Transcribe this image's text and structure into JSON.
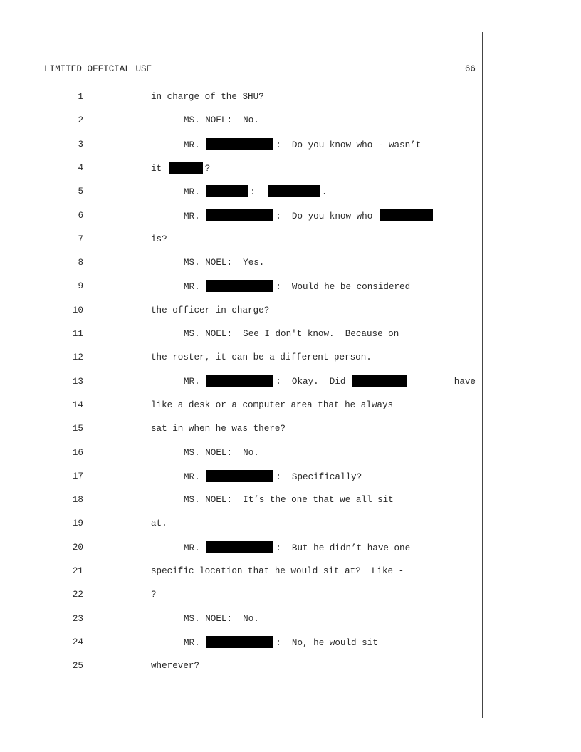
{
  "header": {
    "classification": "LIMITED OFFICIAL USE",
    "page_number": "66"
  },
  "lines": [
    {
      "num": "1",
      "indent": false,
      "segments": [
        {
          "text": "in charge of the SHU?"
        }
      ]
    },
    {
      "num": "2",
      "indent": true,
      "segments": [
        {
          "text": "MS. NOEL:  No."
        }
      ]
    },
    {
      "num": "3",
      "indent": true,
      "segments": [
        {
          "text": "MR. "
        },
        {
          "redacted": true
        },
        {
          "text": ":  Do you know who - wasn’t"
        }
      ]
    },
    {
      "num": "4",
      "indent": false,
      "segments": [
        {
          "text": "it "
        },
        {
          "redacted": true
        },
        {
          "text": "?"
        }
      ]
    },
    {
      "num": "5",
      "indent": true,
      "segments": [
        {
          "text": "MR. "
        },
        {
          "redacted": true
        },
        {
          "text": ":  "
        },
        {
          "redacted": true
        },
        {
          "text": "."
        }
      ]
    },
    {
      "num": "6",
      "indent": true,
      "segments": [
        {
          "text": "MR. "
        },
        {
          "redacted": true
        },
        {
          "text": ":  Do you know who "
        },
        {
          "redacted": true
        }
      ]
    },
    {
      "num": "7",
      "indent": false,
      "segments": [
        {
          "text": "is?"
        }
      ]
    },
    {
      "num": "8",
      "indent": true,
      "segments": [
        {
          "text": "MS. NOEL:  Yes."
        }
      ]
    },
    {
      "num": "9",
      "indent": true,
      "segments": [
        {
          "text": "MR. "
        },
        {
          "redacted": true
        },
        {
          "text": ":  Would he be considered"
        }
      ]
    },
    {
      "num": "10",
      "indent": false,
      "segments": [
        {
          "text": "the officer in charge?"
        }
      ]
    },
    {
      "num": "11",
      "indent": true,
      "segments": [
        {
          "text": "MS. NOEL:  See I don't know.  Because on"
        }
      ]
    },
    {
      "num": "12",
      "indent": false,
      "segments": [
        {
          "text": "the roster, it can be a different person."
        }
      ]
    },
    {
      "num": "13",
      "indent": true,
      "segments": [
        {
          "text": "MR. "
        },
        {
          "redacted": true
        },
        {
          "text": ":  Okay.  Did "
        },
        {
          "redacted": true
        },
        {
          "text": " have"
        }
      ]
    },
    {
      "num": "14",
      "indent": false,
      "segments": [
        {
          "text": "like a desk or a computer area that he always"
        }
      ]
    },
    {
      "num": "15",
      "indent": false,
      "segments": [
        {
          "text": "sat in when he was there?"
        }
      ]
    },
    {
      "num": "16",
      "indent": true,
      "segments": [
        {
          "text": "MS. NOEL:  No."
        }
      ]
    },
    {
      "num": "17",
      "indent": true,
      "segments": [
        {
          "text": "MR. "
        },
        {
          "redacted": true
        },
        {
          "text": ":  Specifically?"
        }
      ]
    },
    {
      "num": "18",
      "indent": true,
      "segments": [
        {
          "text": "MS. NOEL:  It’s the one that we all sit"
        }
      ]
    },
    {
      "num": "19",
      "indent": false,
      "segments": [
        {
          "text": "at."
        }
      ]
    },
    {
      "num": "20",
      "indent": true,
      "segments": [
        {
          "text": "MR. "
        },
        {
          "redacted": true
        },
        {
          "text": ":  But he didn’t have one"
        }
      ]
    },
    {
      "num": "21",
      "indent": false,
      "segments": [
        {
          "text": "specific location that he would sit at?  Like -"
        }
      ]
    },
    {
      "num": "22",
      "indent": false,
      "segments": [
        {
          "text": "?"
        }
      ]
    },
    {
      "num": "23",
      "indent": true,
      "segments": [
        {
          "text": "MS. NOEL:  No."
        }
      ]
    },
    {
      "num": "24",
      "indent": true,
      "segments": [
        {
          "text": "MR. "
        },
        {
          "redacted": true
        },
        {
          "text": ":  No, he would sit"
        }
      ]
    },
    {
      "num": "25",
      "indent": false,
      "segments": [
        {
          "text": "wherever?"
        }
      ]
    }
  ]
}
